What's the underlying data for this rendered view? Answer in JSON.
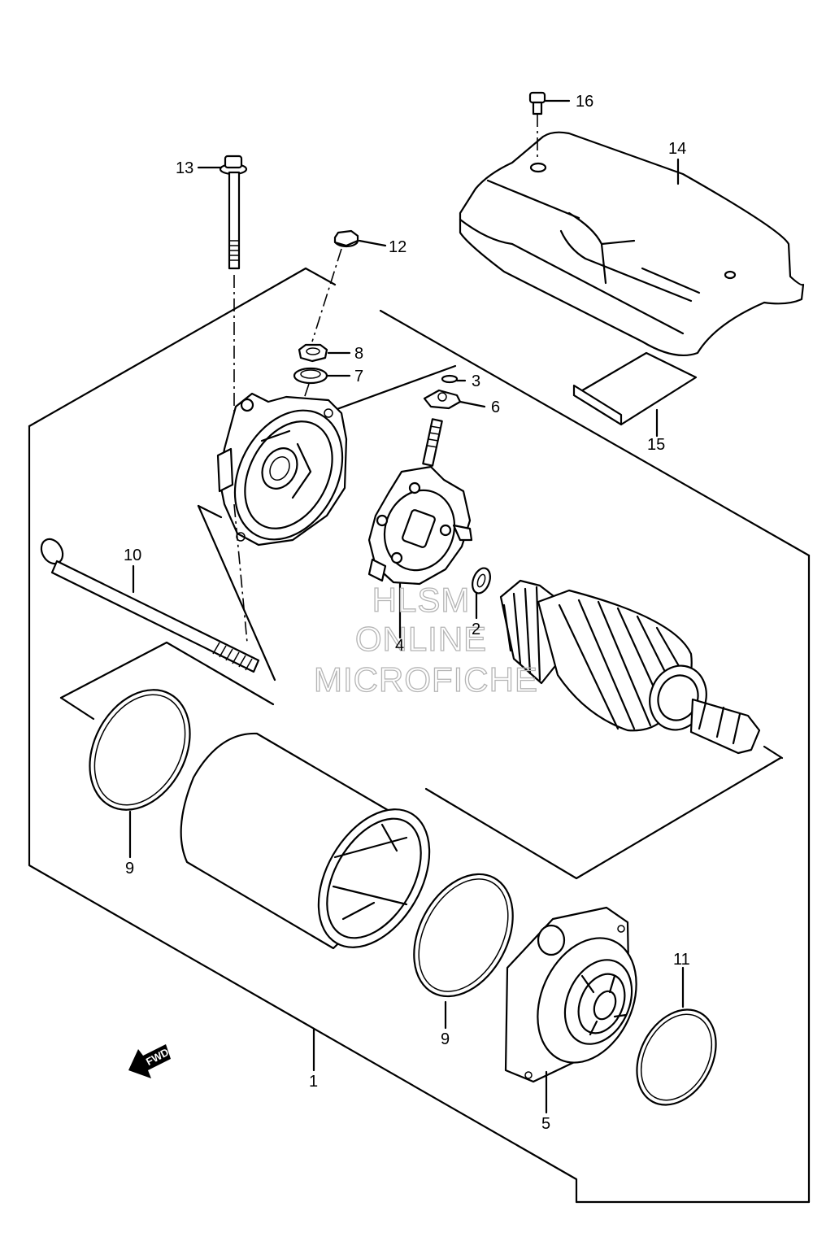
{
  "diagram": {
    "callouts": [
      {
        "id": "16",
        "text": "16"
      },
      {
        "id": "14",
        "text": "14"
      },
      {
        "id": "13",
        "text": "13"
      },
      {
        "id": "12",
        "text": "12"
      },
      {
        "id": "8",
        "text": "8"
      },
      {
        "id": "7",
        "text": "7"
      },
      {
        "id": "3",
        "text": "3"
      },
      {
        "id": "6",
        "text": "6"
      },
      {
        "id": "15",
        "text": "15"
      },
      {
        "id": "10",
        "text": "10"
      },
      {
        "id": "2",
        "text": "2"
      },
      {
        "id": "4",
        "text": "4"
      },
      {
        "id": "9a",
        "text": "9"
      },
      {
        "id": "9b",
        "text": "9"
      },
      {
        "id": "11",
        "text": "11"
      },
      {
        "id": "1",
        "text": "1"
      },
      {
        "id": "5",
        "text": "5"
      }
    ],
    "direction_arrow": {
      "text": "FWD",
      "icon": "fwd-arrow-icon"
    },
    "watermark": {
      "line1": "HLSM",
      "line2": "ONLINE",
      "line3": "MICROFICHE"
    }
  }
}
